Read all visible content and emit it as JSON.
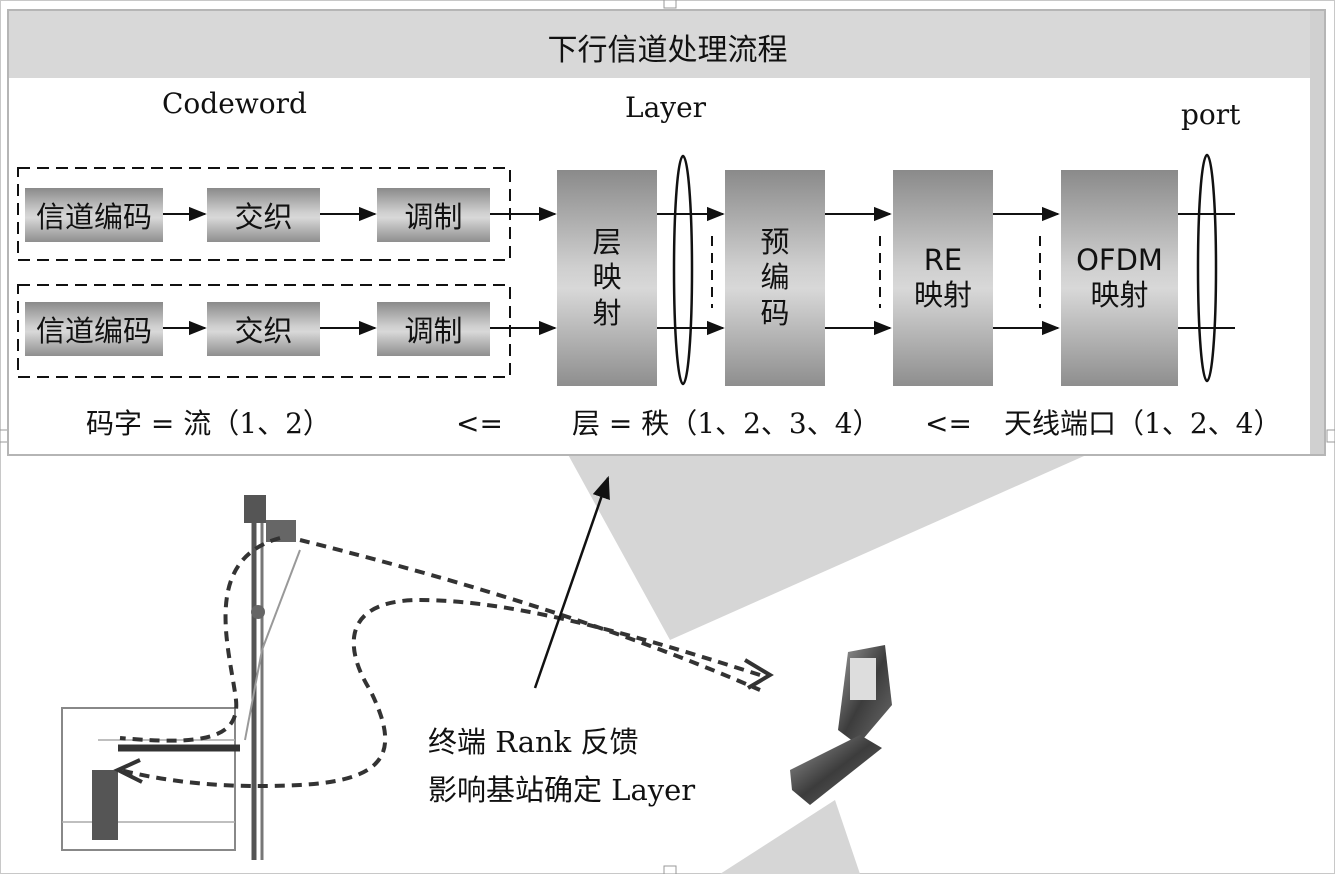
{
  "diagram": {
    "title": "下行信道处理流程",
    "headers": {
      "codeword": "Codeword",
      "layer": "Layer",
      "port": "port"
    },
    "chain_rows": [
      {
        "channel_coding": "信道编码",
        "interleave": "交织",
        "modulation": "调制"
      },
      {
        "channel_coding": "信道编码",
        "interleave": "交织",
        "modulation": "调制"
      }
    ],
    "blocks": {
      "layer_mapping": [
        "层",
        "映",
        "射"
      ],
      "precoding": [
        "预",
        "编",
        "码"
      ],
      "re_mapping": [
        "RE",
        "映射"
      ],
      "ofdm_mapping": [
        "OFDM",
        "映射"
      ]
    },
    "relations": {
      "codeword_eq": "码字 = 流（1、2）",
      "le_1": "<=",
      "layer_eq": "层 = 秩（1、2、3、4）",
      "le_2": "<=",
      "antenna_ports": "天线端口（1、2、4）"
    },
    "note": {
      "line1": "终端 Rank 反馈",
      "line2": "影响基站确定 Layer"
    }
  },
  "colors": {
    "panel": "#ffffff",
    "panel_border": "#b5b5b5",
    "beam": "#d6d6d6",
    "box_dark": "#8a8a8a",
    "box_light": "#d8d8d8",
    "line": "#111111"
  }
}
